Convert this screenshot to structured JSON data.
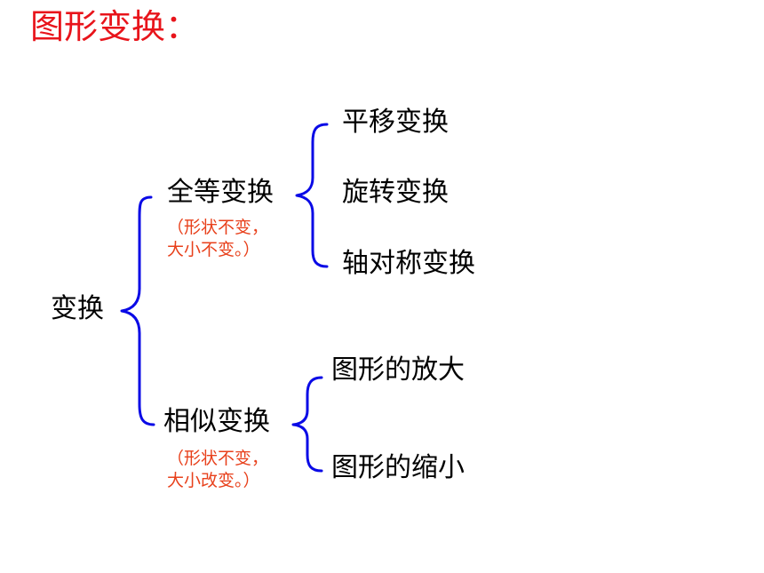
{
  "title": "图形变换：",
  "colors": {
    "title": "#e8141b",
    "note": "#e8401b",
    "brace": "#0a0ae6",
    "text": "#000000"
  },
  "root": {
    "label": "变换",
    "children": [
      {
        "label": "全等变换",
        "note_lines": [
          "（形状不变，",
          "大小不变。）"
        ],
        "children": [
          "平移变换",
          "旋转变换",
          "轴对称变换"
        ]
      },
      {
        "label": "相似变换",
        "note_lines": [
          "（形状不变，",
          "大小改变。）"
        ],
        "children": [
          "图形的放大",
          "图形的缩小"
        ]
      }
    ]
  }
}
